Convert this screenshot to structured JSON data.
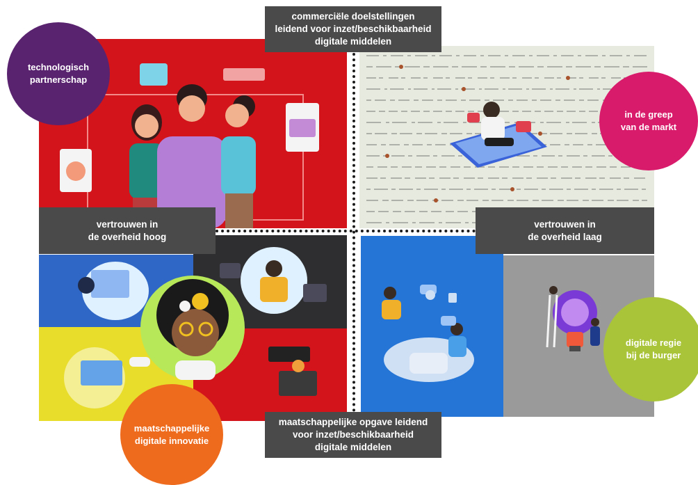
{
  "axes": {
    "top": [
      "commerciële doelstellingen",
      "leidend voor inzet/beschikbaarheid",
      "digitale middelen"
    ],
    "bottom": [
      "maatschappelijke opgave leidend",
      "voor inzet/beschikbaarheid",
      "digitale middelen"
    ],
    "left": [
      "vertrouwen in",
      "de overheid hoog"
    ],
    "right": [
      "vertrouwen in",
      "de overheid laag"
    ]
  },
  "quadrants": {
    "top_left": [
      "technologisch",
      "partnerschap"
    ],
    "top_right": [
      "in de greep",
      "van de markt"
    ],
    "bottom_left": [
      "maatschappelijke",
      "digitale innovatie"
    ],
    "bottom_right": [
      "digitale regie",
      "bij de burger"
    ]
  },
  "colors": {
    "red": "#d3141b",
    "purple": "#5a2370",
    "magenta": "#d81b6b",
    "orange": "#ee6b1e",
    "lime": "#aac43a",
    "blue": "#2475d6",
    "gray": "#9a9a9a",
    "label_bg": "#4a4a4a"
  }
}
